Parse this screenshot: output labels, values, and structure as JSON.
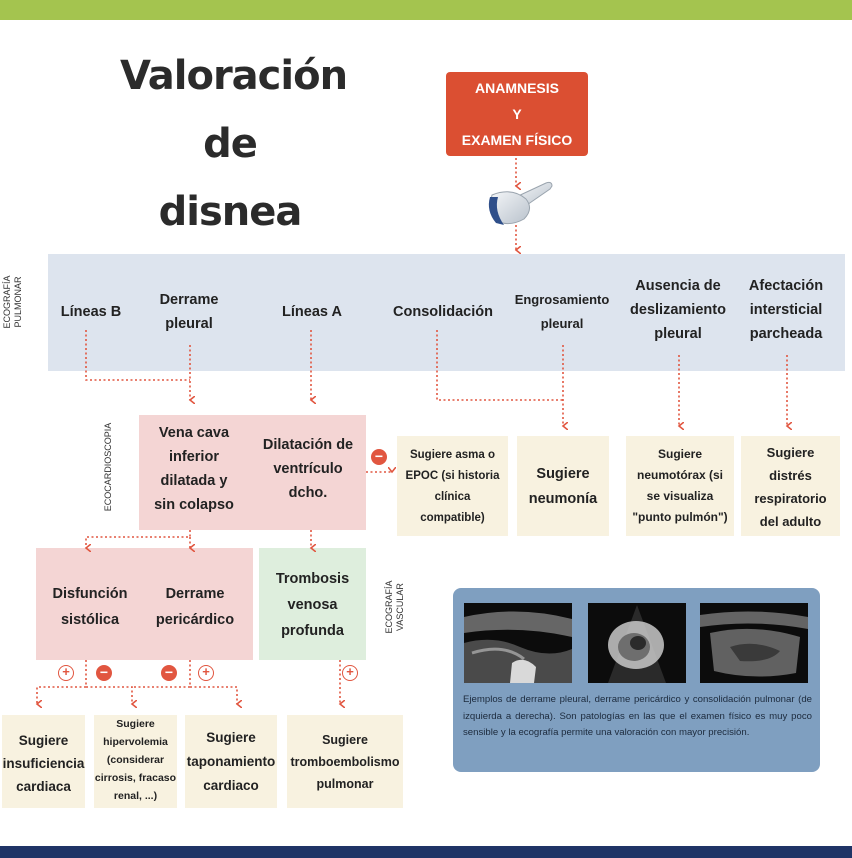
{
  "title": {
    "line1": "Valoración",
    "line2": "de",
    "line3": "disnea"
  },
  "start_box": {
    "line1": "ANAMNESIS",
    "line2": "Y",
    "line3": "EXAMEN FÍSICO"
  },
  "section_labels": {
    "pulmonar_1": "ECOGRAFÍA",
    "pulmonar_2": "PULMONAR",
    "ecocardioscopia": "ECOCARDIOSCOPIA",
    "vascular_1": "ECOGRAFÍA",
    "vascular_2": "VASCULAR"
  },
  "pulmonary_findings": {
    "lineas_b": "Líneas B",
    "derrame_pleural_1": "Derrame",
    "derrame_pleural_2": "pleural",
    "lineas_a": "Líneas A",
    "consolidacion": "Consolidación",
    "engrosamiento_1": "Engrosamiento",
    "engrosamiento_2": "pleural",
    "ausencia_1": "Ausencia de",
    "ausencia_2": "deslizamiento",
    "ausencia_3": "pleural",
    "afectacion_1": "Afectación",
    "afectacion_2": "intersticial",
    "afectacion_3": "parcheada"
  },
  "echo_findings": {
    "vena_cava_1": "Vena cava",
    "vena_cava_2": "inferior",
    "vena_cava_3": "dilatada y",
    "vena_cava_4": "sin colapso",
    "dilatacion_1": "Dilatación de",
    "dilatacion_2": "ventrículo",
    "dilatacion_3": "dcho.",
    "disfuncion_1": "Disfunción",
    "disfuncion_2": "sistólica",
    "derrame_peri_1": "Derrame",
    "derrame_peri_2": "pericárdico"
  },
  "vascular_finding": {
    "line1": "Trombosis",
    "line2": "venosa",
    "line3": "profunda"
  },
  "results": {
    "asma_1": "Sugiere asma o",
    "asma_2": "EPOC (si historia",
    "asma_3": "clínica",
    "asma_4": "compatible)",
    "neumonia_1": "Sugiere",
    "neumonia_2": "neumonía",
    "neumotorax_1": "Sugiere",
    "neumotorax_2": "neumotórax (si",
    "neumotorax_3": "se visualiza",
    "neumotorax_4": "\"punto pulmón\")",
    "distres_1": "Sugiere",
    "distres_2": "distrés",
    "distres_3": "respiratorio",
    "distres_4": "del adulto",
    "insuficiencia_1": "Sugiere",
    "insuficiencia_2": "insuficiencia",
    "insuficiencia_3": "cardiaca",
    "hipervolemia_1": "Sugiere",
    "hipervolemia_2": "hipervolemia",
    "hipervolemia_3": "(considerar",
    "hipervolemia_4": "cirrosis, fracaso",
    "hipervolemia_5": "renal, ...)",
    "taponamiento_1": "Sugiere",
    "taponamiento_2": "taponamiento",
    "taponamiento_3": "cardiaco",
    "tep_1": "Sugiere",
    "tep_2": "tromboembolismo",
    "tep_3": "pulmonar"
  },
  "signs": {
    "minus": "−",
    "plus": "+"
  },
  "caption": "Ejemplos de derrame pleural, derrame pericárdico y consolidación pulmonar (de izquierda a derecha). Son patologías en las que el examen físico es muy poco sensible y la ecografía permite una valoración con mayor precisión.",
  "colors": {
    "top_bar": "#a4c44f",
    "bottom_bar": "#1f3466",
    "start_box": "#db4f32",
    "arrows": "#e15640",
    "band": "#dde4ee",
    "pink": "#f4d5d4",
    "green": "#deeedd",
    "cream": "#f8f2e0",
    "panel": "#7f9fc0"
  },
  "icons": {
    "probe": "ultrasound-probe-icon"
  }
}
